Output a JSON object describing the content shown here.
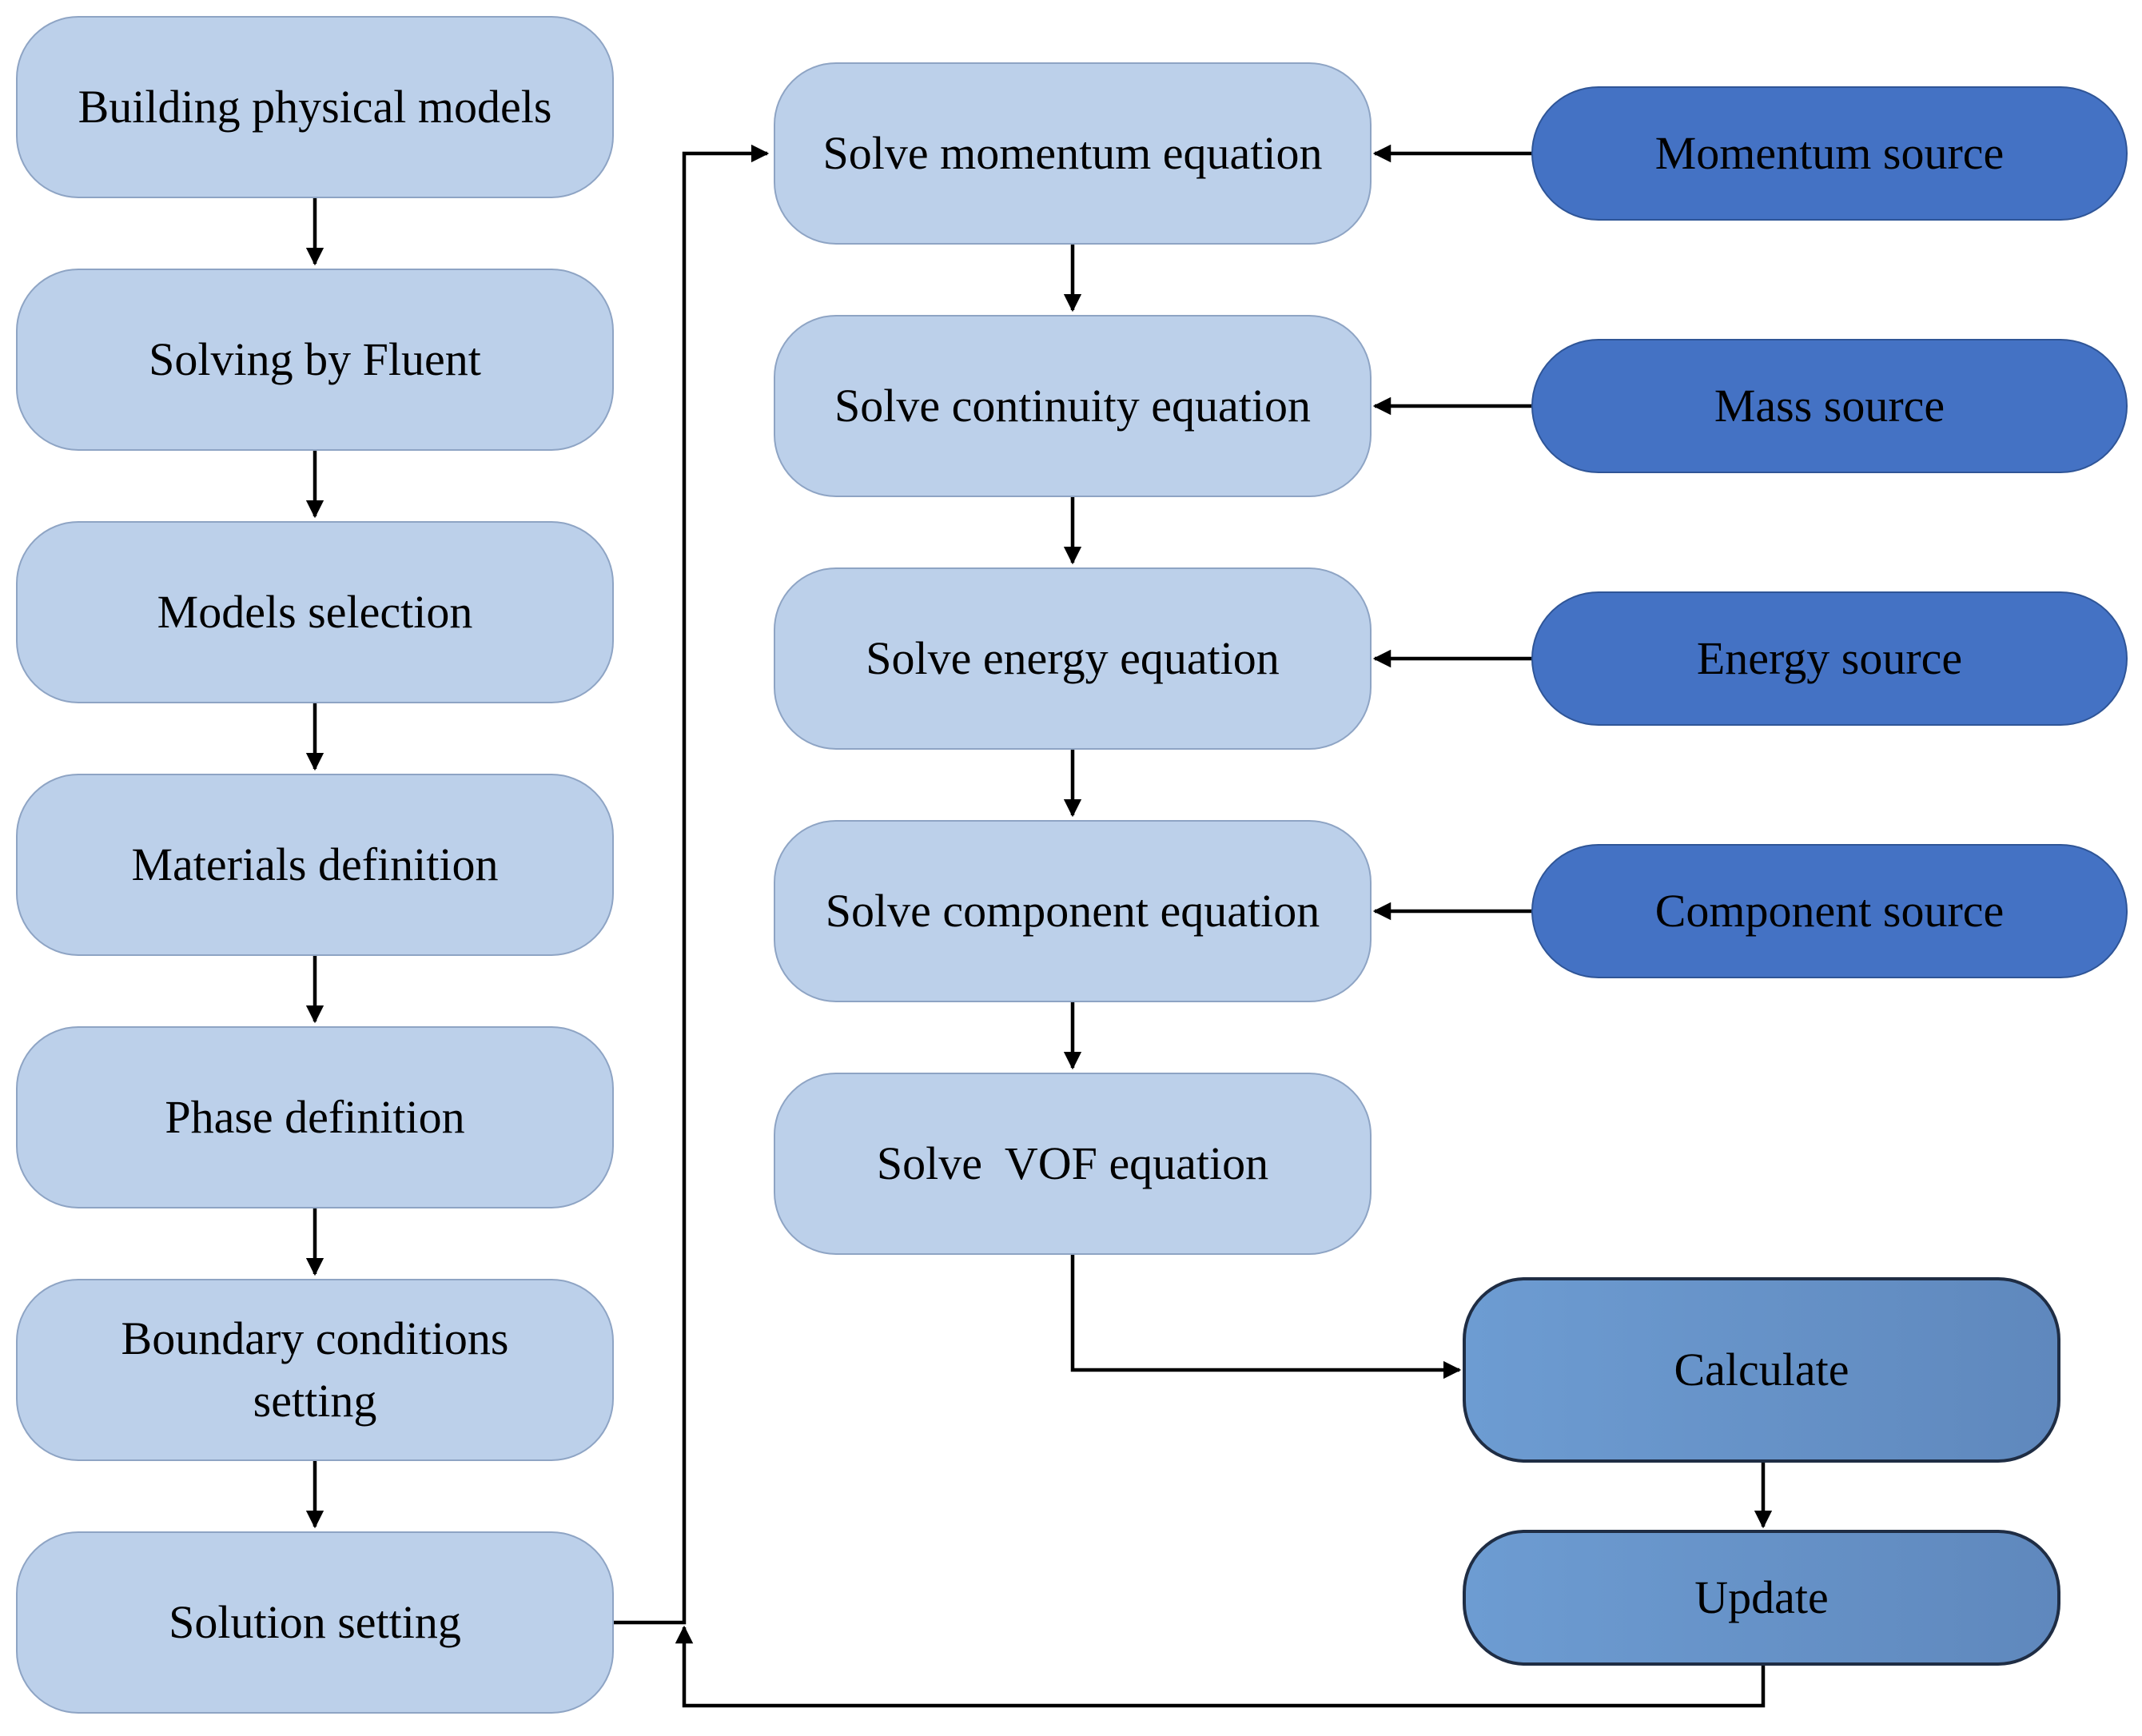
{
  "flow": {
    "left": [
      "Building physical models",
      "Solving by Fluent",
      "Models selection",
      "Materials definition",
      "Phase definition",
      "Boundary conditions\nsetting",
      "Solution setting"
    ],
    "middle": [
      "Solve momentum equation",
      "Solve continuity equation",
      "Solve energy equation",
      "Solve component equation",
      "Solve  VOF equation"
    ],
    "sources": [
      "Momentum source",
      "Mass source",
      "Energy source",
      "Component source"
    ],
    "calculate": "Calculate",
    "update": "Update"
  },
  "colors": {
    "step_fill": "#bcd0ea",
    "source_fill": "#4472c4",
    "calc_fill": "#6d9cd2",
    "arrow": "#000000"
  }
}
